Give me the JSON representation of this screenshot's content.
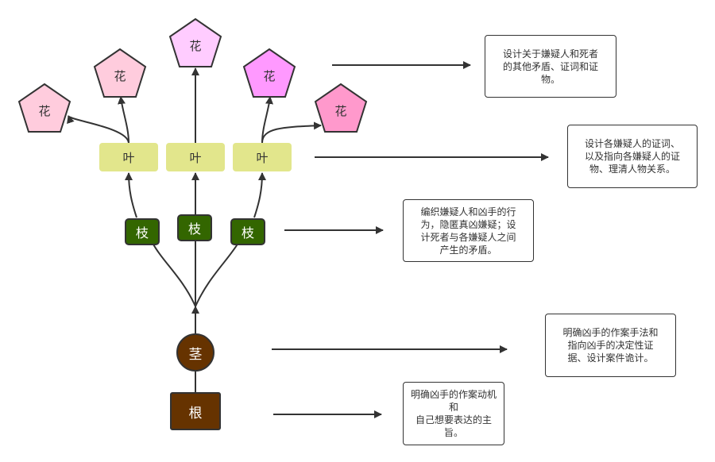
{
  "colors": {
    "line": "#333333",
    "flower_1": "#ffccdd",
    "flower_2": "#ffccdd",
    "flower_3": "#ffccff",
    "flower_4": "#ff99ff",
    "flower_5": "#ff99cc",
    "leaf": "#e2e68c",
    "branch": "#336600",
    "stem": "#663300",
    "root": "#663300"
  },
  "tree": {
    "flowers": [
      "花",
      "花",
      "花",
      "花",
      "花"
    ],
    "leaves": [
      "叶",
      "叶",
      "叶"
    ],
    "branches": [
      "枝",
      "枝",
      "枝"
    ],
    "stem": "茎",
    "root": "根"
  },
  "notes": {
    "flower_note": "设计关于嫌疑人和死者\n的其他矛盾、证词和证\n物。",
    "leaf_note": "设计各嫌疑人的证词、\n以及指向各嫌疑人的证\n物、理清人物关系。",
    "branch_note": "编织嫌疑人和凶手的行\n为，隐匿真凶嫌疑；设\n计死者与各嫌疑人之间\n产生的矛盾。",
    "stem_note": "明确凶手的作案手法和\n指向凶手的决定性证\n据、设计案件诡计。",
    "root_note": "明确凶手的作案动机和\n自己想要表达的主旨。"
  }
}
